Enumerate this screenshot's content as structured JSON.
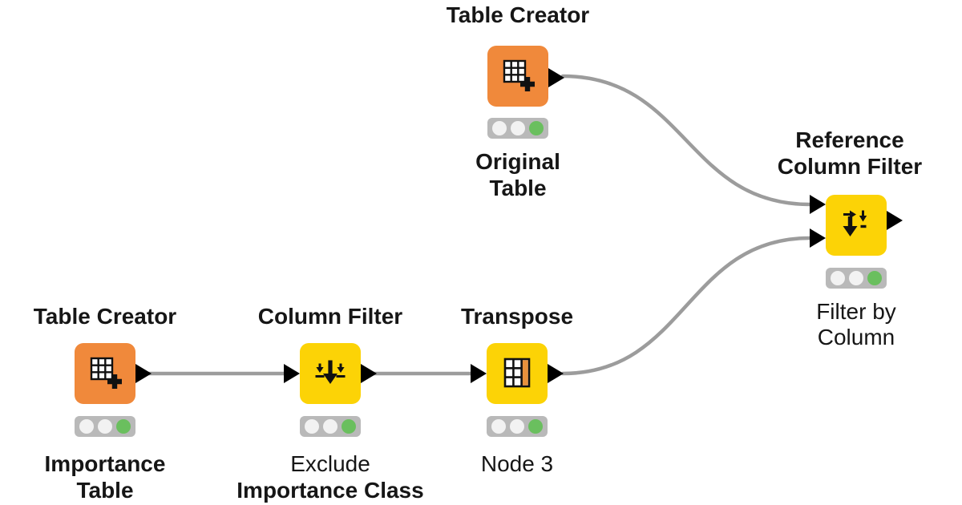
{
  "workflow": {
    "app": "KNIME workflow",
    "background": "#FFFFFF",
    "connector_color": "#9C9C9C",
    "port_color": "#000000",
    "text_color": "#161616",
    "node_colors": {
      "source_orange": "#F0893B",
      "manipulator_yellow": "#FCD306"
    },
    "traffic_light": {
      "background": "#B9B9B9",
      "inactive": "#F2F2F2",
      "executed_green": "#6ABF5E"
    },
    "nodes": [
      {
        "title_line1": "Table Creator",
        "icon": "table-creator-icon",
        "type": "source",
        "status": "executed",
        "label_line1": "Original",
        "label_line2": "Table"
      },
      {
        "title_line1": "Reference",
        "title_line2": "Column Filter",
        "icon": "reference-column-filter-icon",
        "type": "manipulator",
        "status": "executed",
        "label_line1": "Filter by",
        "label_line2": "Column"
      },
      {
        "title_line1": "Table Creator",
        "icon": "table-creator-icon",
        "type": "source",
        "status": "executed",
        "label_line1": "Importance",
        "label_line2": "Table"
      },
      {
        "title_line1": "Column Filter",
        "icon": "column-filter-icon",
        "type": "manipulator",
        "status": "executed",
        "label_line1": "Exclude",
        "label_line2": "Importance Class"
      },
      {
        "title_line1": "Transpose",
        "icon": "transpose-icon",
        "type": "manipulator",
        "status": "executed",
        "label_line1": "Node 3"
      }
    ],
    "connections": [
      {
        "from": "Table Creator (Original Table)",
        "to": "Reference Column Filter (top input)"
      },
      {
        "from": "Table Creator (Importance Table)",
        "to": "Column Filter"
      },
      {
        "from": "Column Filter",
        "to": "Transpose"
      },
      {
        "from": "Transpose",
        "to": "Reference Column Filter (bottom input)"
      }
    ]
  }
}
